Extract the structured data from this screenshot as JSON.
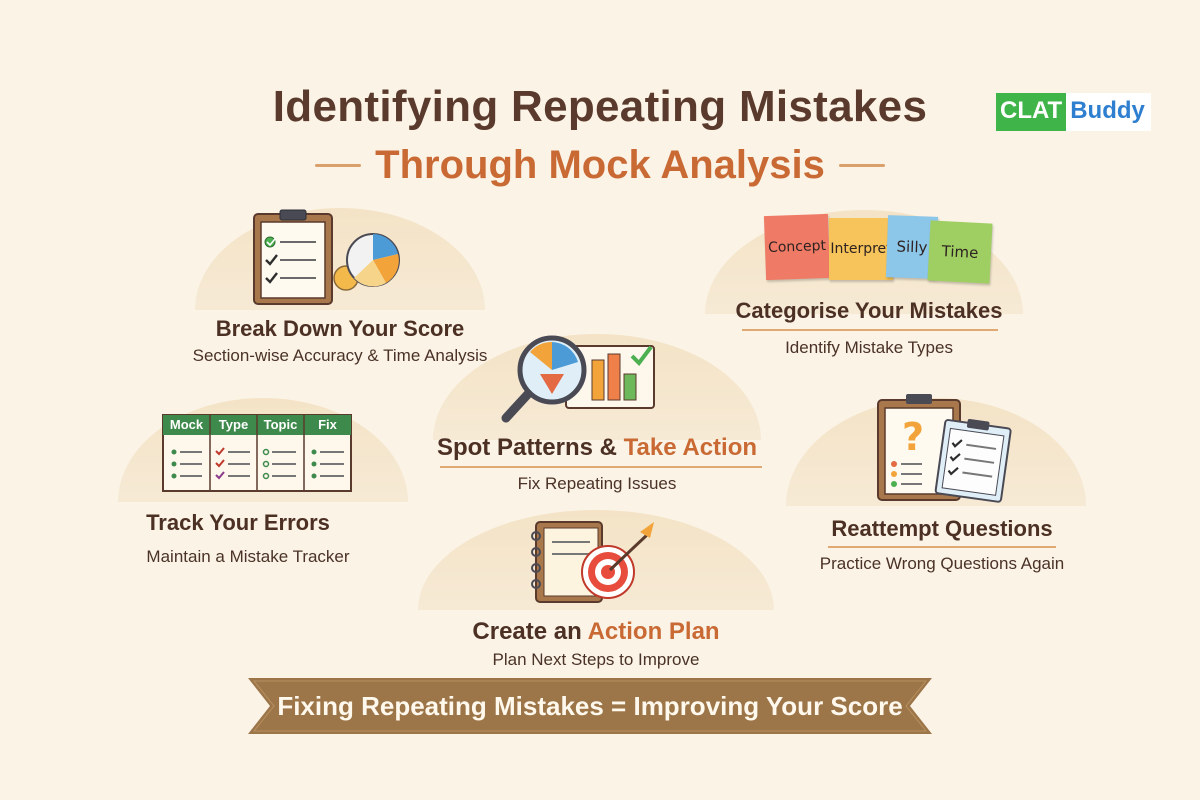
{
  "header": {
    "title": "Identifying Repeating Mistakes",
    "subtitle": "Through Mock Analysis"
  },
  "logo": {
    "part1": "CLAT",
    "part2": "Buddy"
  },
  "cards": {
    "breakdown": {
      "title": "Break Down Your Score",
      "subtitle": "Section-wise Accuracy & Time Analysis"
    },
    "categorise": {
      "title": "Categorise Your Mistakes",
      "subtitle": "Identify Mistake Types",
      "notes": [
        "Concept",
        "Interpret",
        "Silly",
        "Time"
      ]
    },
    "patterns": {
      "title_a": "Spot Patterns & ",
      "title_b": "Take Action",
      "subtitle": "Fix Repeating Issues"
    },
    "track": {
      "title": "Track Your Errors",
      "subtitle": "Maintain a Mistake Tracker",
      "columns": [
        "Mock",
        "Type",
        "Topic",
        "Fix"
      ]
    },
    "reattempt": {
      "title": "Reattempt Questions",
      "subtitle": "Practice Wrong Questions Again"
    },
    "plan": {
      "title_a": "Create an ",
      "title_b": "Action Plan",
      "subtitle": "Plan Next Steps to Improve"
    }
  },
  "banner": {
    "text": "Fixing Repeating Mistakes = Improving Your Score"
  },
  "colors": {
    "background": "#fbf3e6",
    "title": "#5a3a2c",
    "accent": "#c96a35",
    "dome": "#f4e3c6",
    "banner": "#9c7549",
    "tracker_header": "#3e8a4c"
  }
}
